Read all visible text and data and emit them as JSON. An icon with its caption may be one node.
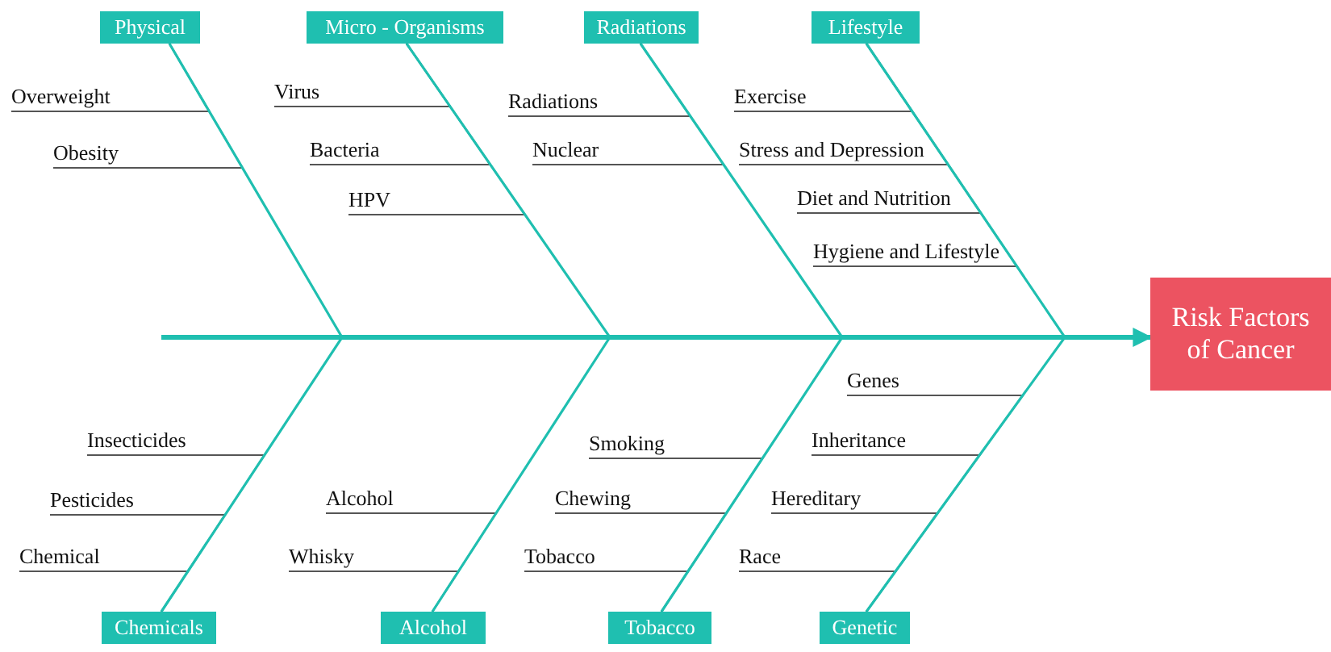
{
  "diagram": {
    "nodes": [
      {
        "text": [
          "Physical"
        ]
      },
      {
        "text": [
          "Micro - Organisms"
        ]
      },
      {
        "text": [
          "Radiations"
        ]
      },
      {
        "text": [
          "Lifestyle"
        ]
      },
      {
        "text": [
          "Overweight"
        ]
      },
      {
        "text": [
          "Virus"
        ]
      },
      {
        "text": [
          "Radiations"
        ]
      },
      {
        "text": [
          "Exercise"
        ]
      },
      {
        "text": [
          "Obesity"
        ]
      },
      {
        "text": [
          "Bacteria"
        ]
      },
      {
        "text": [
          "Nuclear"
        ]
      },
      {
        "text": [
          "Stress and Depression"
        ]
      },
      {
        "text": [
          "HPV"
        ]
      },
      {
        "text": [
          "Diet and Nutrition"
        ]
      },
      {
        "text": [
          "Hygiene and Lifestyle"
        ]
      },
      {
        "text": [
          "Risk Factors of Cancer"
        ]
      },
      {
        "text": [
          "Genes"
        ]
      },
      {
        "text": [
          "Insecticides"
        ]
      },
      {
        "text": [
          "Smoking"
        ]
      },
      {
        "text": [
          "Inheritance"
        ]
      },
      {
        "text": [
          "Pesticides"
        ]
      },
      {
        "text": [
          "Alcohol"
        ]
      },
      {
        "text": [
          "Chewing"
        ]
      },
      {
        "text": [
          "Hereditary"
        ]
      },
      {
        "text": [
          "Chemical"
        ]
      },
      {
        "text": [
          "Whisky"
        ]
      },
      {
        "text": [
          "Tobacco"
        ]
      },
      {
        "text": [
          "Race"
        ]
      },
      {
        "text": [
          "Chemicals"
        ]
      },
      {
        "text": [
          "Alcohol"
        ]
      },
      {
        "text": [
          "Tobacco"
        ]
      },
      {
        "text": [
          "Genetic"
        ]
      }
    ],
    "edges": [
      {
        "from": null,
        "to": 15,
        "arrow": "to",
        "style": "thick",
        "color": "#1fbfb0"
      },
      {
        "from": 0,
        "to": 15,
        "arrow": "none",
        "color": "#1fbfb0"
      },
      {
        "from": 1,
        "to": 15,
        "arrow": "none",
        "color": "#1fbfb0"
      },
      {
        "from": 2,
        "to": 15,
        "arrow": "none",
        "color": "#1fbfb0"
      },
      {
        "from": 3,
        "to": 15,
        "arrow": "none",
        "color": "#1fbfb0"
      },
      {
        "from": 28,
        "to": 15,
        "arrow": "none",
        "color": "#1fbfb0"
      },
      {
        "from": 29,
        "to": 15,
        "arrow": "none",
        "color": "#1fbfb0"
      },
      {
        "from": 30,
        "to": 15,
        "arrow": "none",
        "color": "#1fbfb0"
      },
      {
        "from": 31,
        "to": 15,
        "arrow": "none",
        "color": "#1fbfb0"
      },
      {
        "from": 4,
        "to": 0,
        "arrow": "none"
      },
      {
        "from": 8,
        "to": 0,
        "arrow": "none"
      },
      {
        "from": 5,
        "to": 1,
        "arrow": "none"
      },
      {
        "from": 9,
        "to": 1,
        "arrow": "none"
      },
      {
        "from": 12,
        "to": 1,
        "arrow": "none"
      },
      {
        "from": 6,
        "to": 2,
        "arrow": "none"
      },
      {
        "from": 10,
        "to": 2,
        "arrow": "none"
      },
      {
        "from": 7,
        "to": 3,
        "arrow": "none"
      },
      {
        "from": 11,
        "to": 3,
        "arrow": "none"
      },
      {
        "from": 13,
        "to": 3,
        "arrow": "none"
      },
      {
        "from": 14,
        "to": 3,
        "arrow": "none"
      },
      {
        "from": 17,
        "to": 28,
        "arrow": "none"
      },
      {
        "from": 20,
        "to": 28,
        "arrow": "none"
      },
      {
        "from": 24,
        "to": 28,
        "arrow": "none"
      },
      {
        "from": 21,
        "to": 29,
        "arrow": "none"
      },
      {
        "from": 25,
        "to": 29,
        "arrow": "none"
      },
      {
        "from": 18,
        "to": 30,
        "arrow": "none"
      },
      {
        "from": 22,
        "to": 30,
        "arrow": "none"
      },
      {
        "from": 26,
        "to": 30,
        "arrow": "none"
      },
      {
        "from": 16,
        "to": 31,
        "arrow": "none"
      },
      {
        "from": 19,
        "to": 31,
        "arrow": "none"
      },
      {
        "from": 23,
        "to": 31,
        "arrow": "none"
      },
      {
        "from": 27,
        "to": 31,
        "arrow": "none"
      }
    ]
  }
}
